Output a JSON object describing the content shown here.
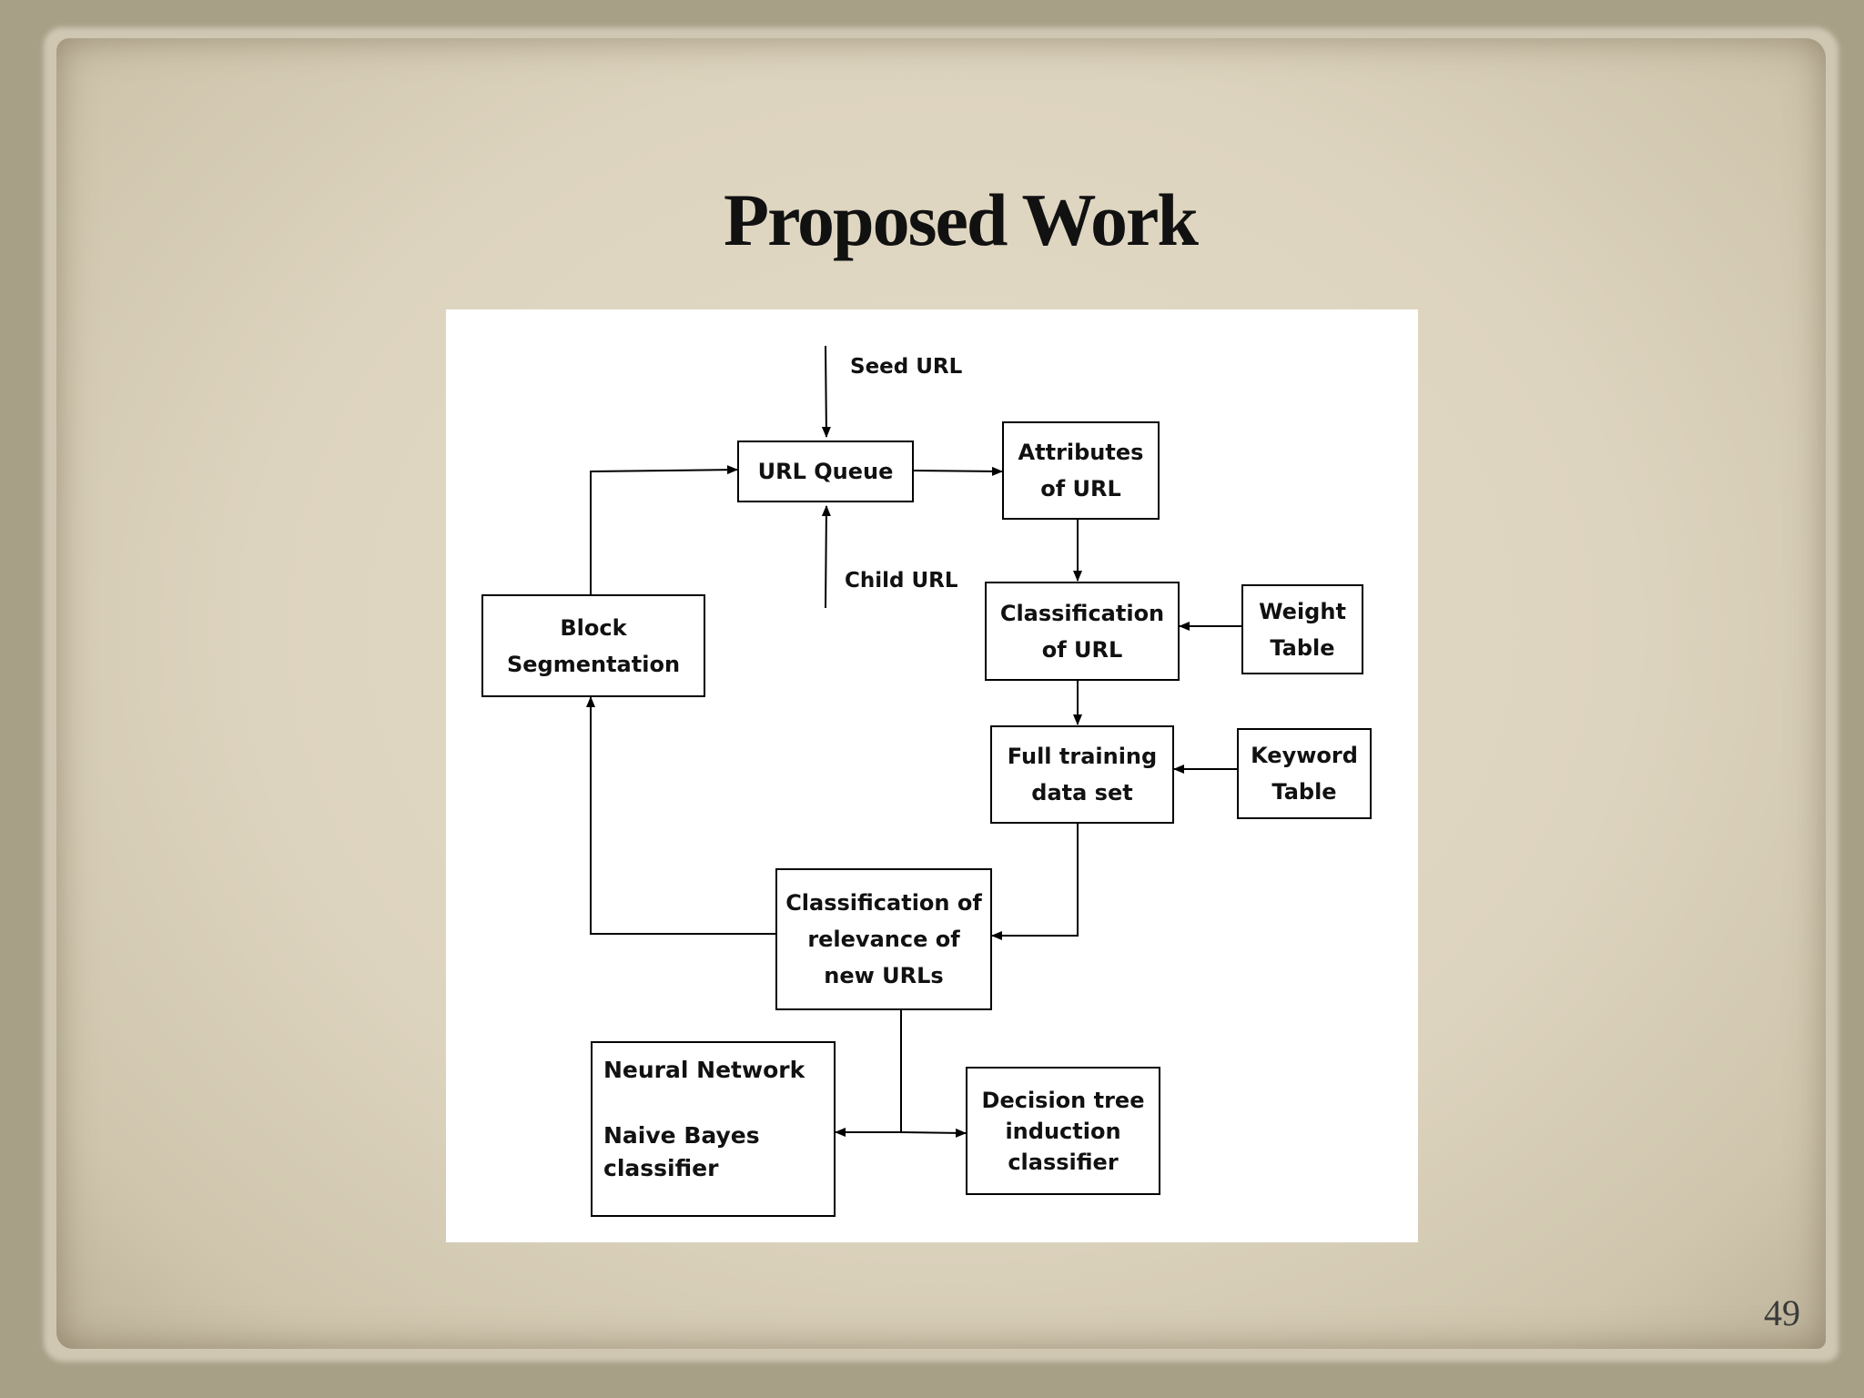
{
  "slide": {
    "title": "Proposed Work",
    "page_number": "49"
  },
  "diagram": {
    "labels": {
      "seed_url": "Seed URL",
      "child_url": "Child URL"
    },
    "nodes": {
      "url_queue": "URL Queue",
      "attributes_of_url": "Attributes\nof URL",
      "classification_of_url": "Classification\nof URL",
      "weight_table": "Weight\nTable",
      "full_training_data_set": "Full training\ndata set",
      "keyword_table": "Keyword\nTable",
      "block_segmentation": "Block\nSegmentation",
      "classification_of_relevance": "Classification of\nrelevance of\nnew URLs",
      "neural_network": "Neural Network\n\nNaive Bayes\nclassifier",
      "decision_tree": "Decision tree\ninduction\nclassifier"
    }
  }
}
